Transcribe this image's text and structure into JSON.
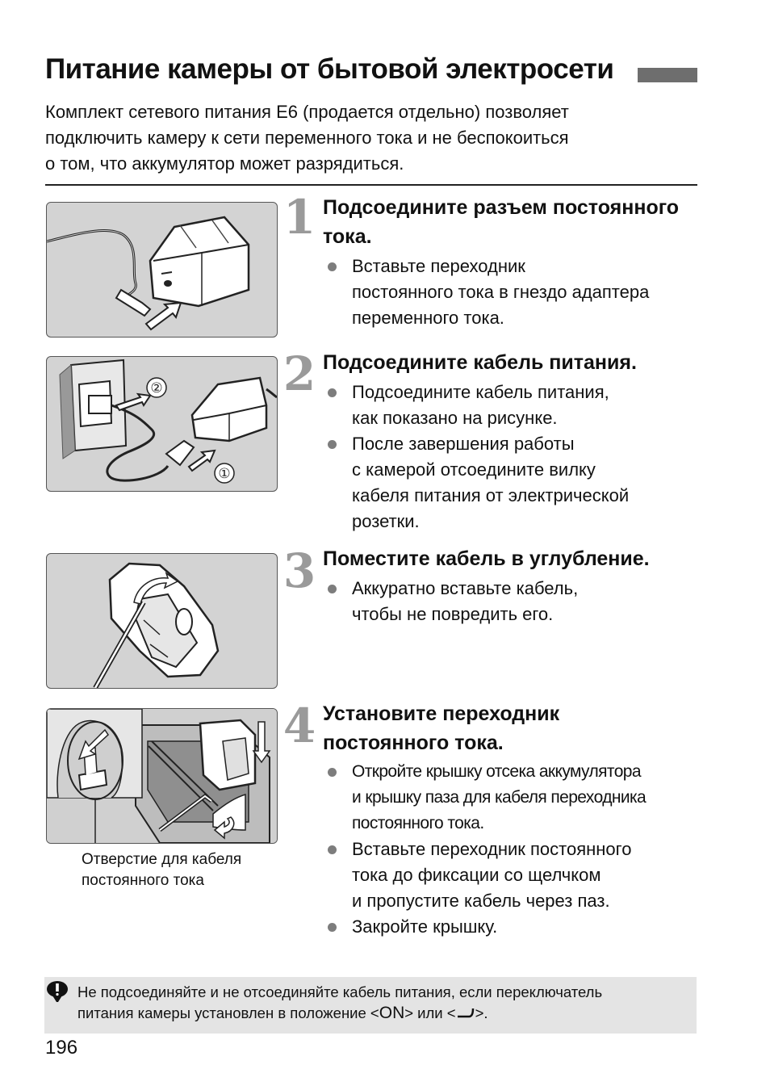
{
  "page": {
    "title": "Питание камеры от бытовой электросети",
    "intro_lines": [
      "Комплект сетевого питания E6 (продается отдельно) позволяет",
      "подключить камеру к сети переменного тока и не беспокоиться",
      "о том, что аккумулятор может разрядиться."
    ],
    "page_number": "196"
  },
  "steps": [
    {
      "number": "1",
      "title_lines": [
        "Подсоедините разъем постоянного",
        "тока."
      ],
      "bullets": [
        [
          "Вставьте переходник",
          "постоянного тока в гнездо адаптера",
          "переменного тока."
        ]
      ]
    },
    {
      "number": "2",
      "title_lines": [
        "Подсоедините кабель питания."
      ],
      "bullets": [
        [
          "Подсоедините кабель питания,",
          "как показано на рисунке."
        ],
        [
          "После завершения работы",
          "с камерой отсоедините вилку",
          "кабеля питания от электрической",
          "розетки."
        ]
      ]
    },
    {
      "number": "3",
      "title_lines": [
        "Поместите кабель в углубление."
      ],
      "bullets": [
        [
          "Аккуратно вставьте кабель,",
          "чтобы не повредить его."
        ]
      ]
    },
    {
      "number": "4",
      "title_lines": [
        "Установите переходник",
        "постоянного тока."
      ],
      "bullets": [
        [
          "Откройте крышку отсека аккумулятора",
          "и крышку паза для кабеля переходника",
          "постоянного тока."
        ],
        [
          "Вставьте переходник постоянного",
          "тока до фиксации со щелчком",
          "и пропустите кабель через паз."
        ],
        [
          "Закройте крышку."
        ]
      ]
    }
  ],
  "figure2_callouts": [
    "②",
    "①"
  ],
  "figure4_caption_lines": [
    "Отверстие для кабеля",
    "постоянного тока"
  ],
  "caution": {
    "icon": "caution-icon",
    "line1": "Не подсоединяйте и не отсоединяйте кабель питания, если переключатель",
    "line2_before": "питания камеры установлен в положение <",
    "on_label": "ON",
    "line2_middle": "> или <",
    "switch_icon": "power-switch-icon",
    "line2_after": ">."
  }
}
